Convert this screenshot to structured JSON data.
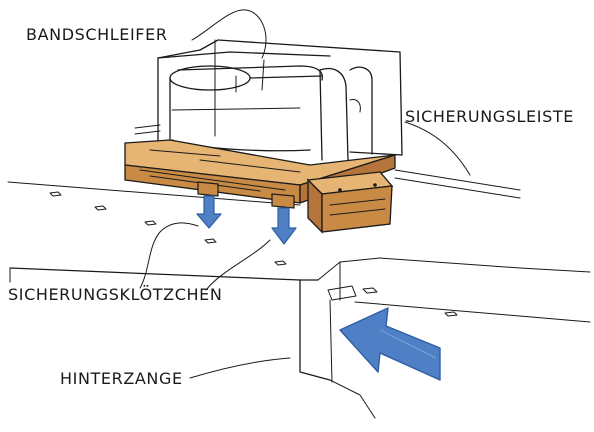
{
  "labels": {
    "bandschleifer": "BANDSCHLEIFER",
    "sicherungsleiste": "SICHERUNGSLEISTE",
    "sicherungskloetzchen": "SICHERUNGSKLÖTZCHEN",
    "hinterzange": "HINTERZANGE"
  },
  "colors": {
    "wood_top": "#e7b573",
    "wood_side": "#c98a45",
    "wood_dark": "#b5743a",
    "arrow_blue": "#4f7fc4",
    "arrow_blue_dark": "#2f5ea6",
    "ink": "#1a1a1a"
  }
}
